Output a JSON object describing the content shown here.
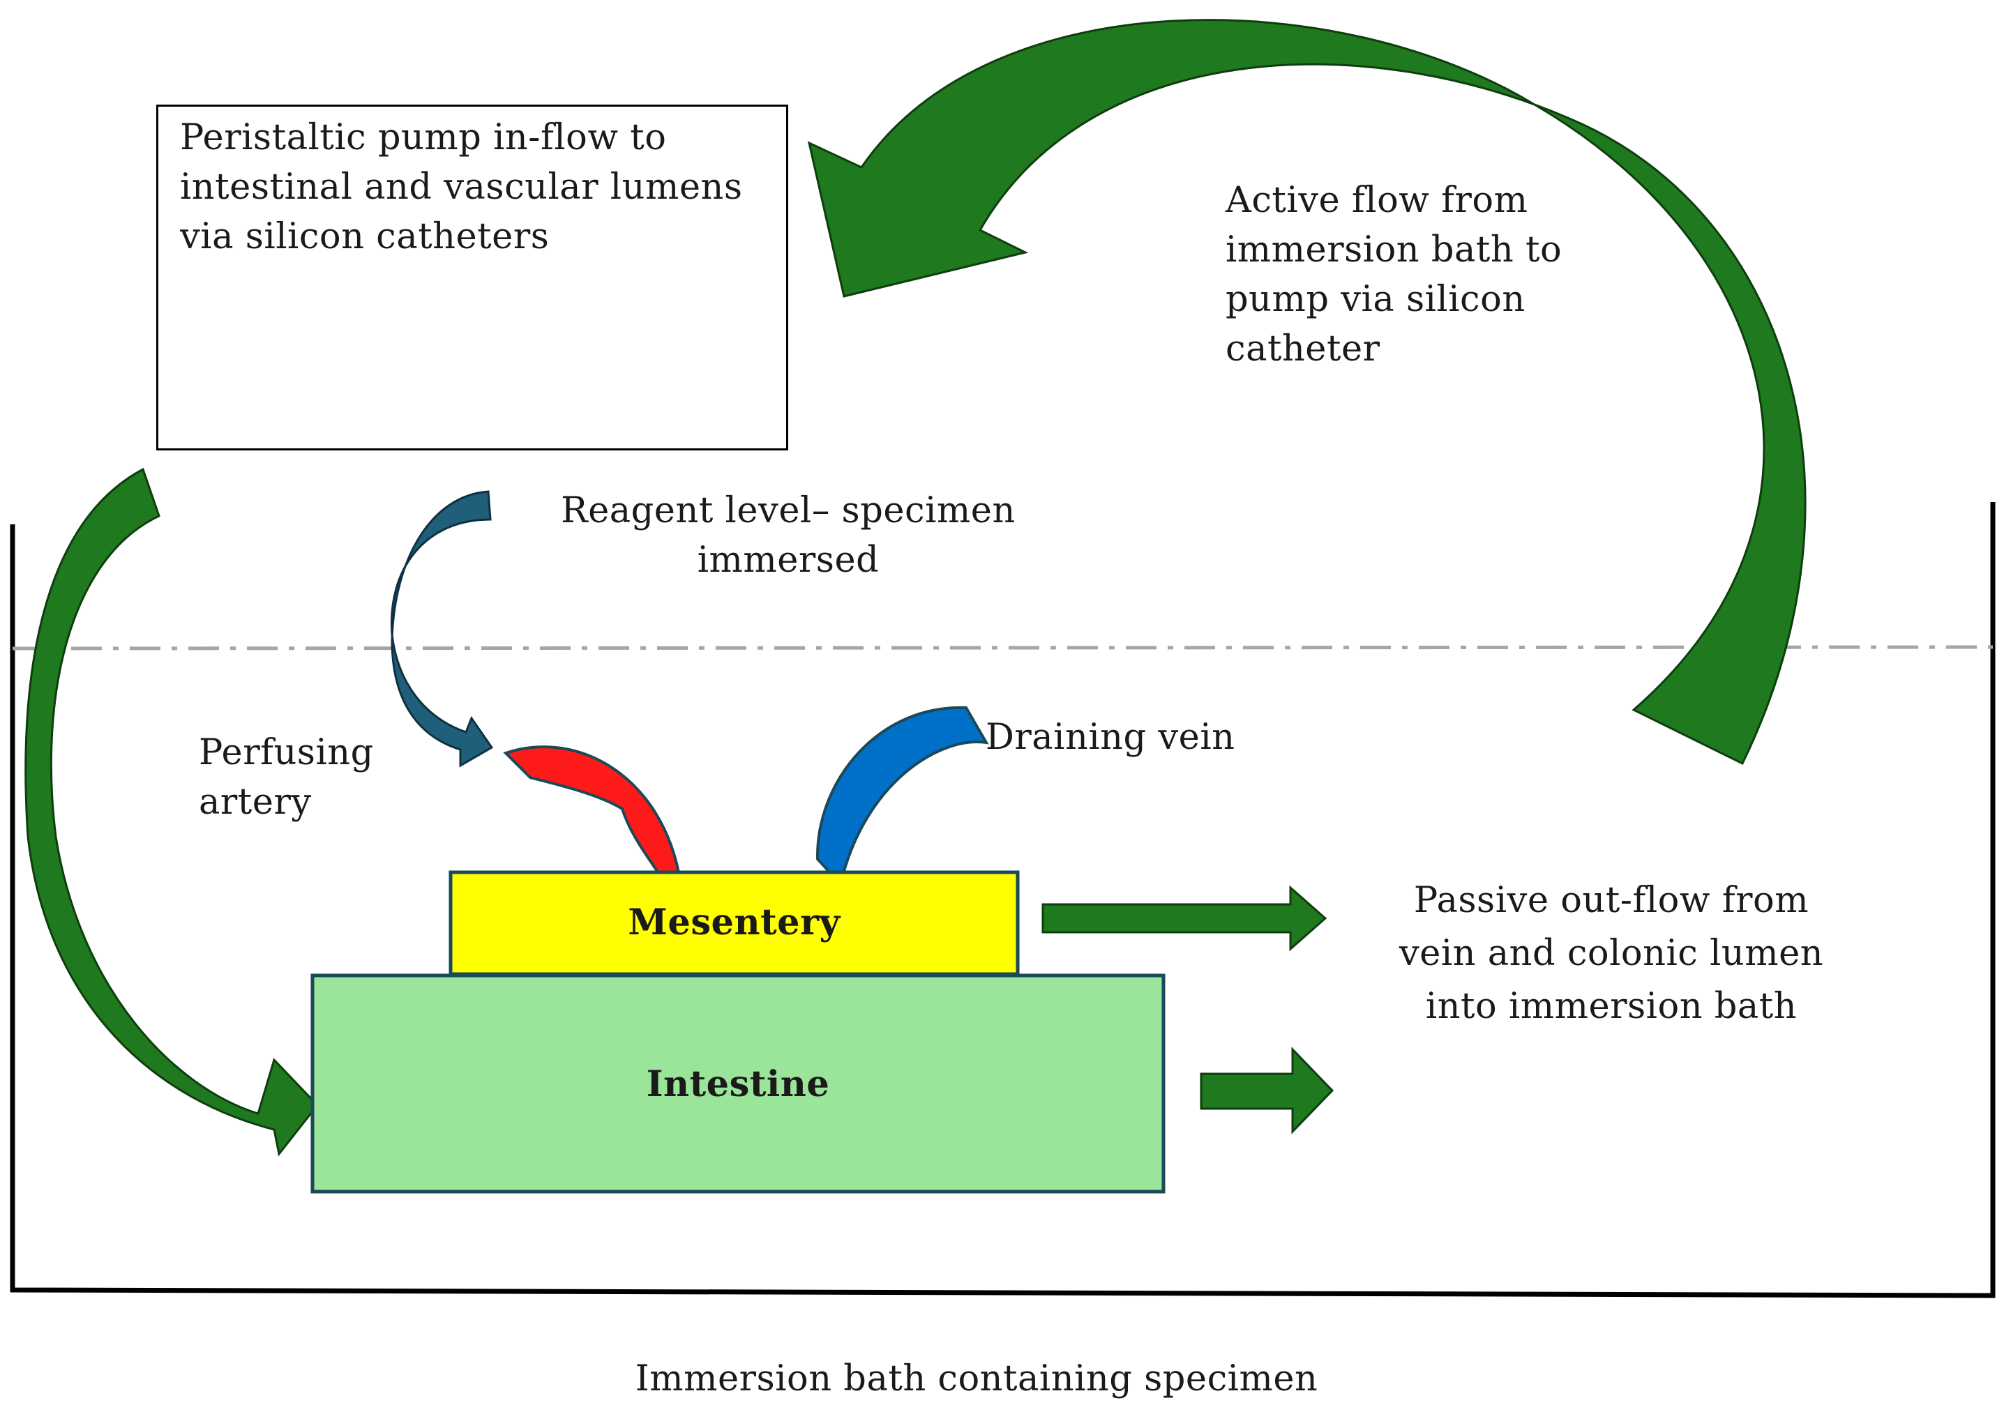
{
  "labels": {
    "pump_inflow": "Peristaltic pump in-flow to\nintestinal and vascular lumens\nvia silicon catheters",
    "active_flow": "Active flow from\nimmersion bath to\npump via silicon\ncatheter",
    "reagent_level": "Reagent level– specimen\nimmersed",
    "perfusing_artery": "Perfusing\nartery",
    "draining_vein": "Draining vein",
    "mesentery": "Mesentery",
    "intestine": "Intestine",
    "passive_outflow": "Passive out-flow from\nvein and colonic lumen\ninto  immersion bath",
    "bath_caption": "Immersion bath containing specimen"
  },
  "colors": {
    "flow_green": "#1f7a1f",
    "flow_green_edge": "#0e3d0e",
    "reagent_arrow": "#1f5f7a",
    "artery_red": "#ff1a1a",
    "vein_blue": "#0070c8",
    "mesentery_yellow": "#ffff00",
    "intestine_green": "#9be59b",
    "outline_dark": "#1a4a5a",
    "reagent_line": "#a6a6a6"
  }
}
